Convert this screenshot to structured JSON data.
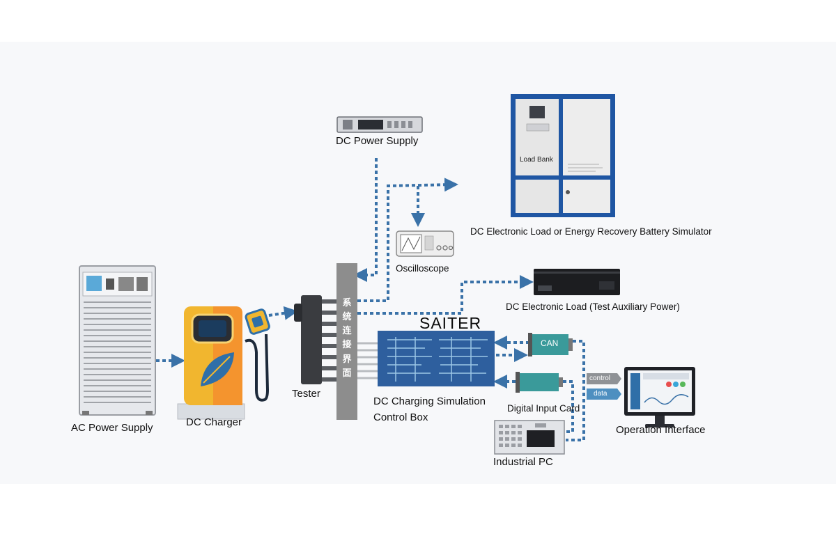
{
  "labels": {
    "dc_power_supply": "DC Power Supply",
    "load_bank_panel": "Load Bank",
    "dc_electronic_load": "DC Electronic Load or Energy Recovery Battery Simulator",
    "oscilloscope": "Oscilloscope",
    "dc_electronic_load_aux": "DC Electronic Load (Test Auxiliary Power)",
    "brand": "SAITER",
    "can": "CAN",
    "control_box_line1": "DC Charging Simulation",
    "control_box_line2": "Control Box",
    "digital_input_card": "Digital Input Card",
    "operation_interface": "Operation Interface",
    "industrial_pc": "Industrial PC",
    "ac_power_supply": "AC Power Supply",
    "dc_charger": "DC Charger",
    "tester": "Tester",
    "interface_panel": "系统连接界面",
    "control_tag": "control",
    "data_tag": "data"
  },
  "colors": {
    "arrow": "#3a72a8",
    "rack_gray": "#e6e8ec",
    "charger_yellow": "#f1b62f",
    "charger_orange": "#f4942e",
    "control_box_blue": "#2e5f9e",
    "load_bank_blue": "#1f56a3",
    "interface_panel_gray": "#8d8d8d",
    "teal": "#3a9a9a"
  }
}
